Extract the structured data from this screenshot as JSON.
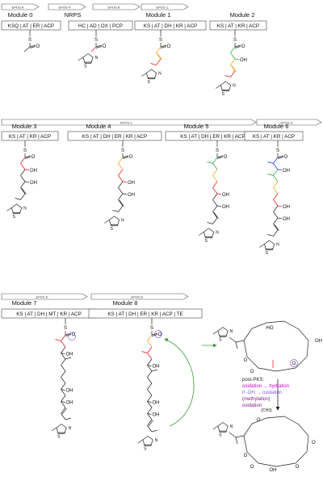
{
  "colors": {
    "ink": "#222222",
    "red": "#e8111b",
    "orange": "#f4a31a",
    "green": "#25a544",
    "blue": "#1530e6",
    "lightblue": "#6c83e8",
    "magenta": "#d000d0",
    "lavender": "#8a5ce8",
    "violet": "#7d1f8a",
    "arrow_green": "#3a9a3a"
  },
  "rows": [
    {
      "arrows": [
        "EPOS A",
        "EPOS P",
        "EPOS B",
        "EPOS C"
      ],
      "modules": [
        {
          "name": "Module 0",
          "domains": "KSQ | AT | ER | ACP"
        },
        {
          "name": "NRPS",
          "domains": "HC | AD | OX | PCP"
        },
        {
          "name": "Module 1",
          "domains": "KS | AT | DH | KR | ACP"
        },
        {
          "name": "Module 2",
          "domains": "KS | AT | KR | ACP"
        }
      ]
    },
    {
      "arrows": [
        "EPOS C",
        "EPOS D"
      ],
      "modules": [
        {
          "name": "Module 3",
          "domains": "KS | AT | KR | ACP"
        },
        {
          "name": "Module 4",
          "domains": "KS | AT | DH | ER | KR | ACP"
        },
        {
          "name": "Module 5",
          "domains": "KS | AT | DH | ER | KR | ACP"
        },
        {
          "name": "Module 6",
          "domains": "KS | AT | KR | ACP"
        }
      ]
    },
    {
      "arrows": [
        "EPOS D",
        "EPOS E"
      ],
      "modules": [
        {
          "name": "Module 7",
          "domains": "KS | AT | DH | MT | KR | ACP"
        },
        {
          "name": "Module 8",
          "domains": "KS | AT | DH | ER | KR | ACP | TE"
        }
      ]
    }
  ],
  "atoms": {
    "sulfur": "S",
    "oxygen": "O",
    "nitrogen": "N",
    "hydroxyl": "OH",
    "ho": "HO",
    "methyl": "(CH3)"
  },
  "post_pks": {
    "heading": "post-PKS:",
    "lines": [
      {
        "text": "oxidation → hydration",
        "color": "#d000d0"
      },
      {
        "text": "if -OH → oxidation",
        "color": "#8a5ce8"
      },
      {
        "text": "(methylation)",
        "color": "#7d1f8a"
      },
      {
        "text": "oxidation",
        "color": "#7d1f8a"
      }
    ]
  }
}
